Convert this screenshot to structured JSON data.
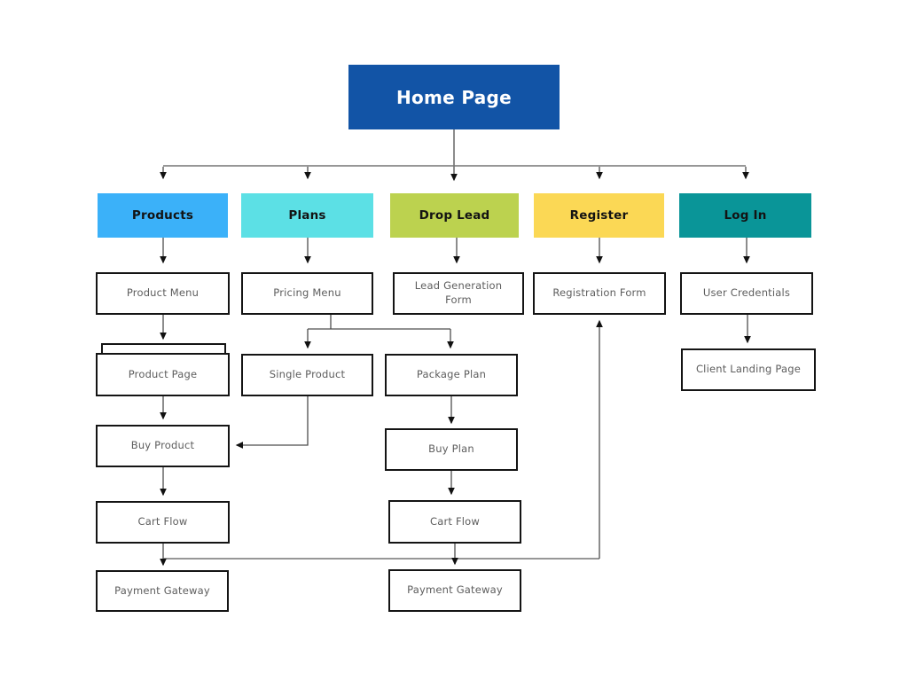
{
  "diagram": {
    "title": "Website sitemap flowchart",
    "home": {
      "label": "Home Page",
      "color": "#1254A6",
      "text_color": "#FFFFFF"
    },
    "sections": [
      {
        "id": "products",
        "label": "Products",
        "color": "#3BB1F9"
      },
      {
        "id": "plans",
        "label": "Plans",
        "color": "#5CE0E5"
      },
      {
        "id": "drop_lead",
        "label": "Drop Lead",
        "color": "#BCD24F"
      },
      {
        "id": "register",
        "label": "Register",
        "color": "#FBD855"
      },
      {
        "id": "login",
        "label": "Log In",
        "color": "#0A9598"
      }
    ],
    "nodes": {
      "product_menu": "Product Menu",
      "pricing_menu": "Pricing Menu",
      "lead_generation_form": "Lead Generation Form",
      "registration_form": "Registration Form",
      "user_credentials": "User Credentials",
      "product_page": "Product Page",
      "single_product": "Single Product",
      "package_plan": "Package Plan",
      "client_landing_page": "Client Landing Page",
      "buy_product": "Buy Product",
      "buy_plan": "Buy Plan",
      "cart_flow_products": "Cart Flow",
      "cart_flow_plans": "Cart Flow",
      "payment_gateway_products": "Payment Gateway",
      "payment_gateway_plans": "Payment Gateway"
    },
    "edges": [
      {
        "from": "Home Page",
        "to": "Products"
      },
      {
        "from": "Home Page",
        "to": "Plans"
      },
      {
        "from": "Home Page",
        "to": "Drop Lead"
      },
      {
        "from": "Home Page",
        "to": "Register"
      },
      {
        "from": "Home Page",
        "to": "Log In"
      },
      {
        "from": "Products",
        "to": "Product Menu"
      },
      {
        "from": "Product Menu",
        "to": "Product Page"
      },
      {
        "from": "Product Page",
        "to": "Buy Product"
      },
      {
        "from": "Buy Product",
        "to": "Cart Flow (Products)"
      },
      {
        "from": "Cart Flow (Products)",
        "to": "Payment Gateway (Products)"
      },
      {
        "from": "Plans",
        "to": "Pricing Menu"
      },
      {
        "from": "Pricing Menu",
        "to": "Single Product"
      },
      {
        "from": "Pricing Menu",
        "to": "Package Plan"
      },
      {
        "from": "Single Product",
        "to": "Buy Product"
      },
      {
        "from": "Package Plan",
        "to": "Buy Plan"
      },
      {
        "from": "Buy Plan",
        "to": "Cart Flow (Plans)"
      },
      {
        "from": "Cart Flow (Plans)",
        "to": "Payment Gateway (Plans)"
      },
      {
        "from": "Payment Gateway junction",
        "to": "Registration Form"
      },
      {
        "from": "Drop Lead",
        "to": "Lead Generation Form"
      },
      {
        "from": "Register",
        "to": "Registration Form"
      },
      {
        "from": "Log In",
        "to": "User Credentials"
      },
      {
        "from": "User Credentials",
        "to": "Client Landing Page"
      }
    ],
    "line_colors": {
      "connector": "#4d4d4d",
      "long_bar": "#757575",
      "arrowhead": "#111111"
    }
  }
}
